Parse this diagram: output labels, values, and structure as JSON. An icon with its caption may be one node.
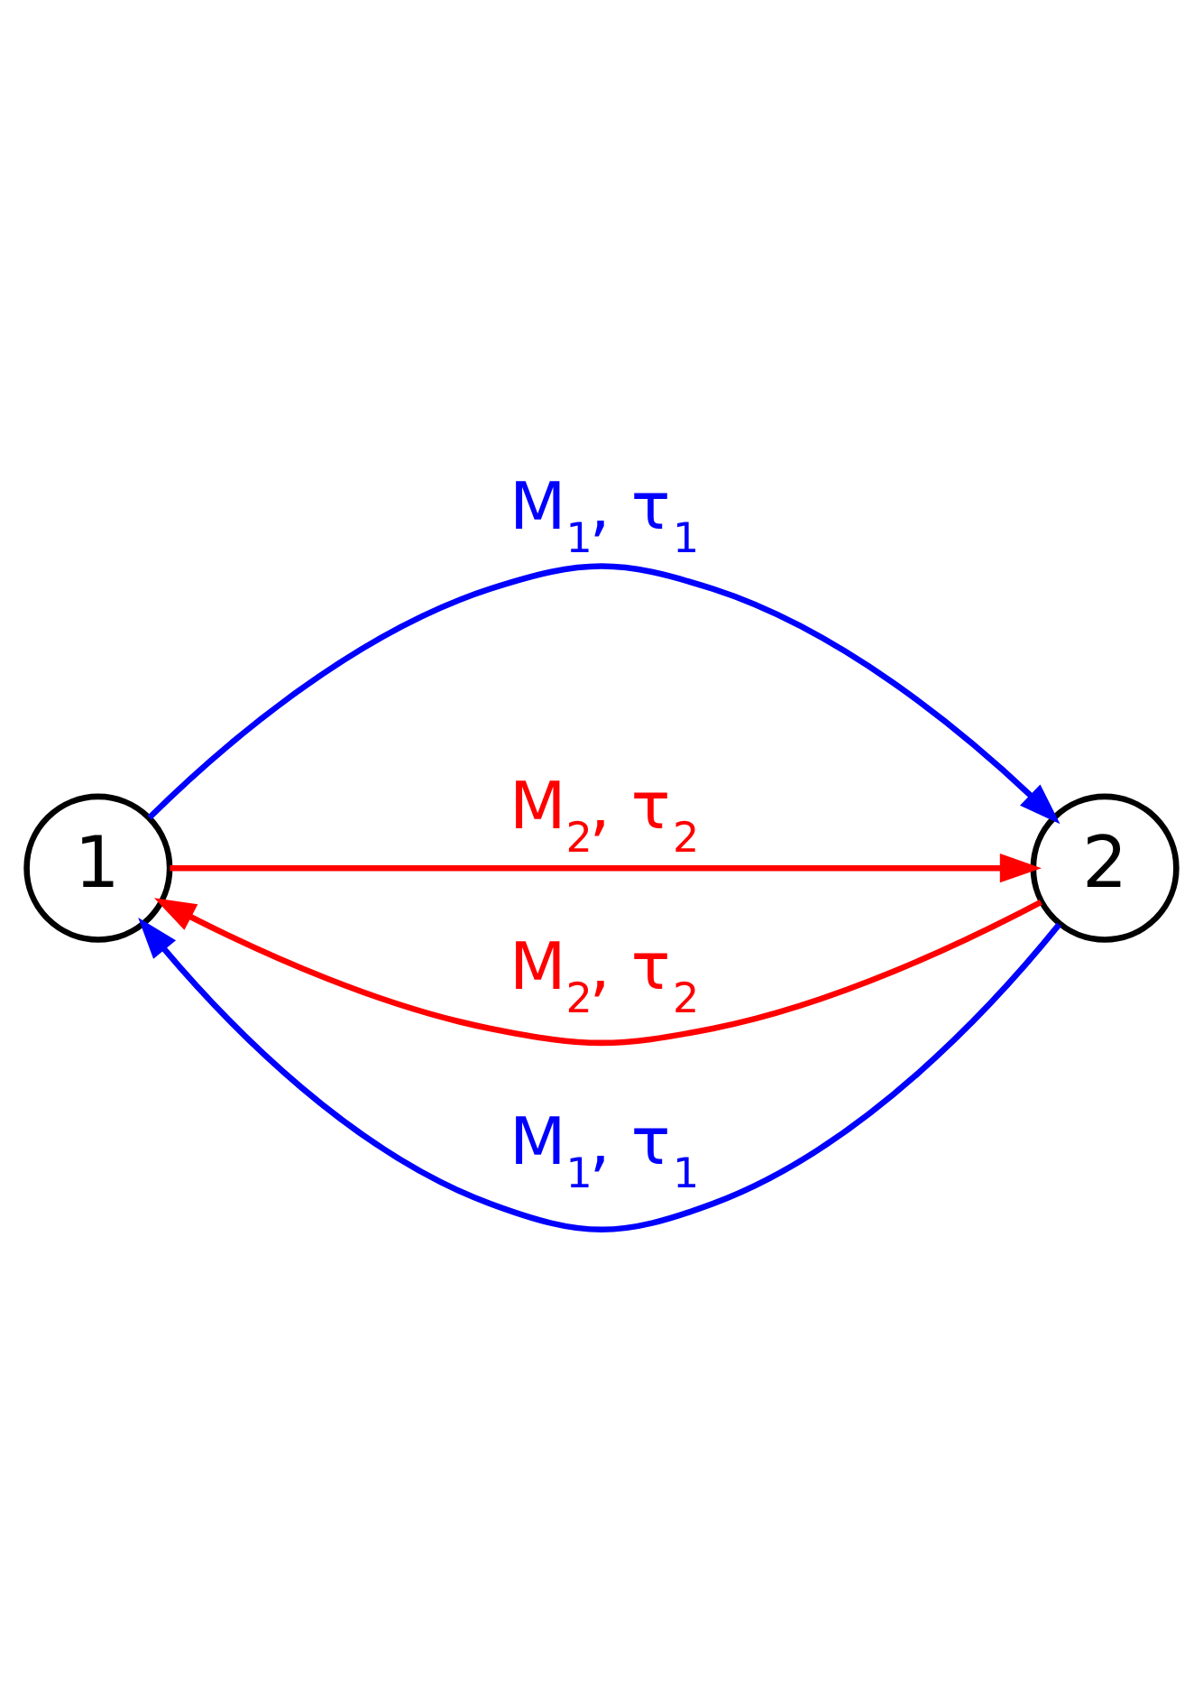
{
  "diagram": {
    "nodes": [
      {
        "text": [
          "1"
        ]
      },
      {
        "text": [
          "2"
        ]
      }
    ],
    "edges": [
      {
        "from": 0,
        "to": 1,
        "arrow": "to",
        "label": "M$_{1}$, τ$_{1}$",
        "color": "#0000ff"
      },
      {
        "from": 0,
        "to": 1,
        "arrow": "to",
        "label": "M$_{2}$, τ$_{2}$",
        "color": "#ff0000"
      },
      {
        "from": 1,
        "to": 0,
        "arrow": "to",
        "label": "M$_{2}$, τ$_{2}$",
        "color": "#ff0000"
      },
      {
        "from": 1,
        "to": 0,
        "arrow": "to",
        "label": "M$_{1}$, τ$_{1}$",
        "color": "#0000ff"
      }
    ]
  }
}
